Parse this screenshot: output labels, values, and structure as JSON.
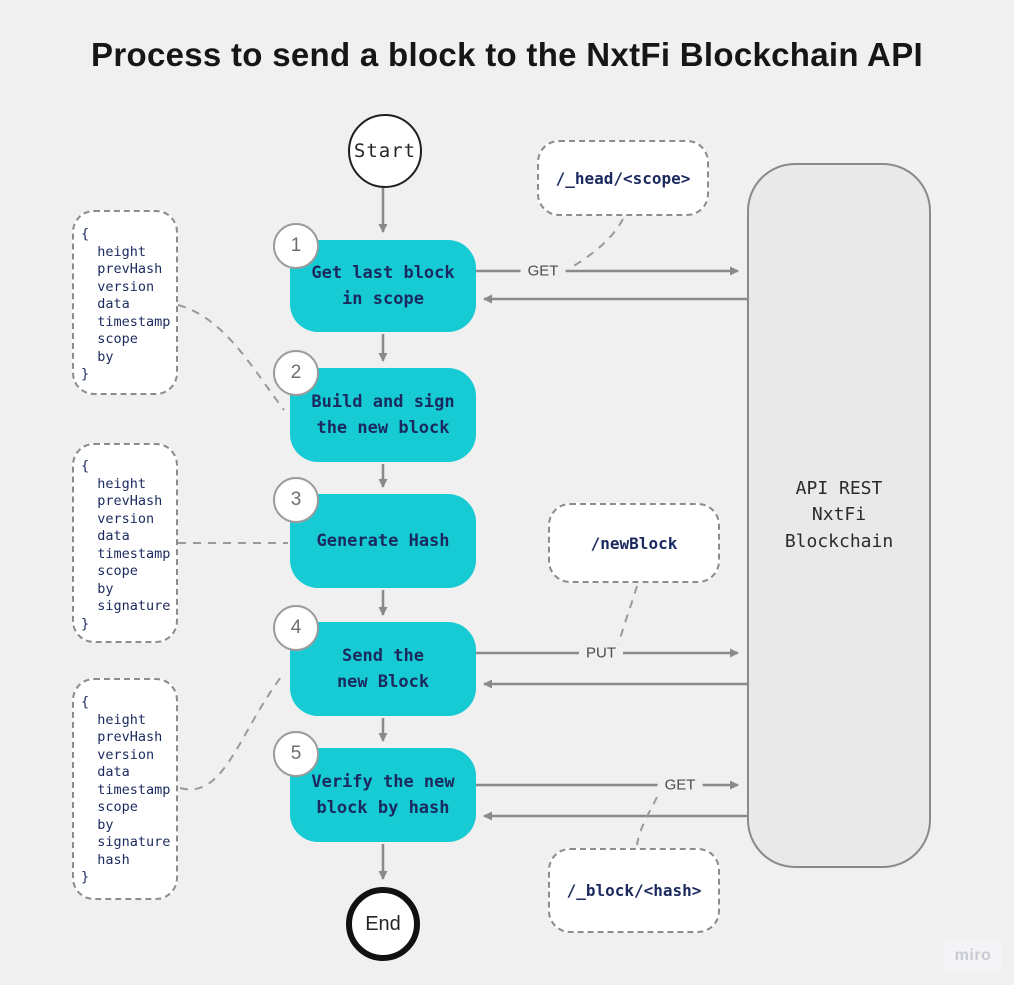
{
  "title": "Process to send a block to the NxtFi Blockchain API",
  "flow": {
    "start_label": "Start",
    "end_label": "End",
    "steps": [
      {
        "number": "1",
        "label": "Get last block\nin scope"
      },
      {
        "number": "2",
        "label": "Build and sign\nthe new block"
      },
      {
        "number": "3",
        "label": "Generate Hash"
      },
      {
        "number": "4",
        "label": "Send the\nnew Block"
      },
      {
        "number": "5",
        "label": "Verify the new\nblock by hash"
      }
    ]
  },
  "json_notes": [
    {
      "content": "{\n  height\n  prevHash\n  version\n  data\n  timestamp\n  scope\n  by\n}"
    },
    {
      "content": "{\n  height\n  prevHash\n  version\n  data\n  timestamp\n  scope\n  by\n  signature\n}"
    },
    {
      "content": "{\n  height\n  prevHash\n  version\n  data\n  timestamp\n  scope\n  by\n  signature\n  hash\n}"
    }
  ],
  "endpoints": [
    {
      "label": "/_head/<scope>"
    },
    {
      "label": "/newBlock"
    },
    {
      "label": "/_block/<hash>"
    }
  ],
  "api_box": {
    "label": "API REST\nNxtFi\nBlockchain"
  },
  "request_labels": [
    {
      "method": "GET"
    },
    {
      "method": "PUT"
    },
    {
      "method": "GET"
    }
  ],
  "colors": {
    "step_fill": "#16cbd4",
    "step_text": "#1b2a5e",
    "arrow": "#8a8a8a",
    "api_fill": "#e9e9e9",
    "background": "#f0f0f1"
  },
  "watermark": {
    "label": "miro"
  }
}
